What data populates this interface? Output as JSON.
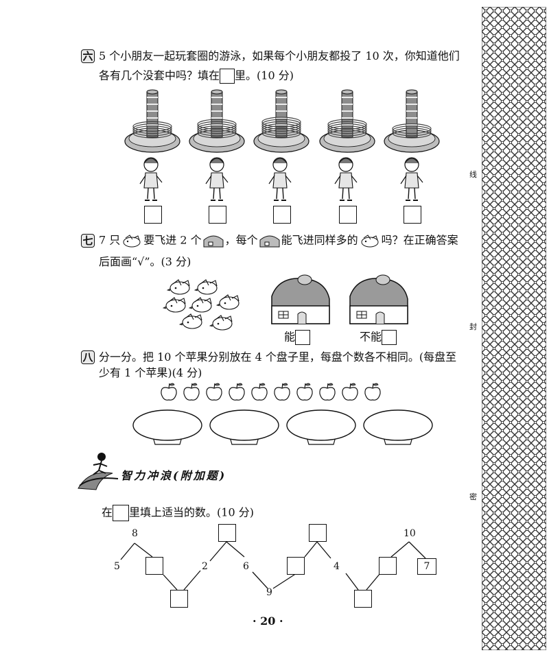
{
  "q6": {
    "number": "六",
    "line1": "5 个小朋友一起玩套圈的游泳，如果每个小朋友都投了 10 次，你知道他们",
    "line2a": "各有几个没套中吗？填在",
    "line2b": "里。(10 分)",
    "rings": [
      4,
      5,
      6,
      5,
      3
    ]
  },
  "q7": {
    "number": "七",
    "part1": "7 只",
    "part2": "要飞进 2 个",
    "part3": "，每个",
    "part4": "能飞进同样多的",
    "part5": "吗？在正确答案",
    "line2": "后面画“√”。(3 分)",
    "birds_count": 7,
    "option_yes": "能",
    "option_no": "不能"
  },
  "q8": {
    "number": "八",
    "line1": "分一分。把 10 个苹果分别放在 4 个盘子里，每盘个数各不相同。(每盘至",
    "line2": "少有 1 个苹果)(4 分)",
    "apples_count": 10,
    "plates_count": 4
  },
  "bonus": {
    "title": "智力冲浪(附加题)",
    "instr_a": "在",
    "instr_b": "里填上适当的数。(10 分)",
    "trees": {
      "t1_top": "8",
      "t1_left": "5",
      "t1_right": "2",
      "t2_left": "6",
      "t2_bottom": "9",
      "t3_right": "4",
      "t4_top": "10",
      "t4_right": "7"
    }
  },
  "page_number": "· 20 ·",
  "margin_labels": [
    "线",
    "封",
    "密"
  ]
}
